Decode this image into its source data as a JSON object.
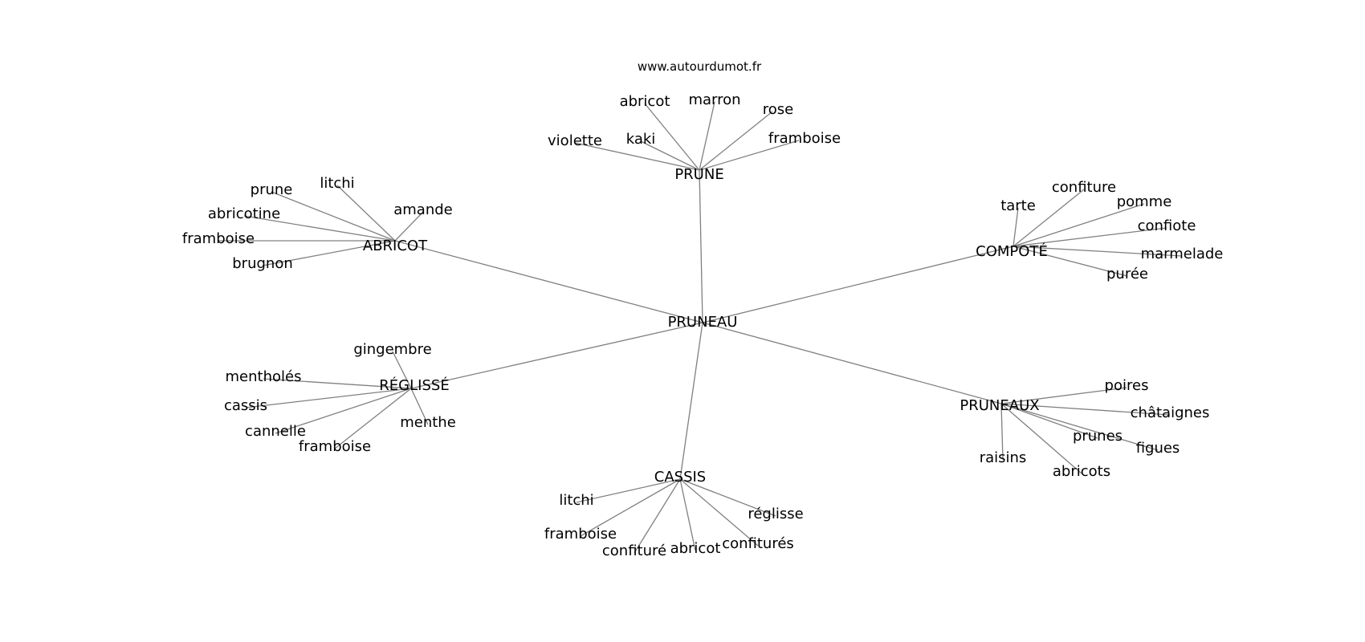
{
  "source": "www.autourdumot.fr",
  "center": "PRUNEAU",
  "clusters": [
    {
      "hub": "PRUNE",
      "leaves": [
        "abricot",
        "marron",
        "rose",
        "framboise",
        "kaki",
        "violette"
      ]
    },
    {
      "hub": "ABRICOT",
      "leaves": [
        "litchi",
        "prune",
        "amande",
        "abricotine",
        "framboise",
        "brugnon"
      ]
    },
    {
      "hub": "COMPOTÉ",
      "leaves": [
        "tarte",
        "confiture",
        "pomme",
        "confiote",
        "marmelade",
        "purée"
      ]
    },
    {
      "hub": "RÉGLISSÉ",
      "leaves": [
        "gingembre",
        "mentholés",
        "cassis",
        "cannelle",
        "framboise",
        "menthe"
      ]
    },
    {
      "hub": "PRUNEAUX",
      "leaves": [
        "poires",
        "châtaignes",
        "prunes",
        "figues",
        "raisins",
        "abricots"
      ]
    },
    {
      "hub": "CASSIS",
      "leaves": [
        "litchi",
        "réglisse",
        "framboise",
        "confiturés",
        "confituré",
        "abricot"
      ]
    }
  ]
}
